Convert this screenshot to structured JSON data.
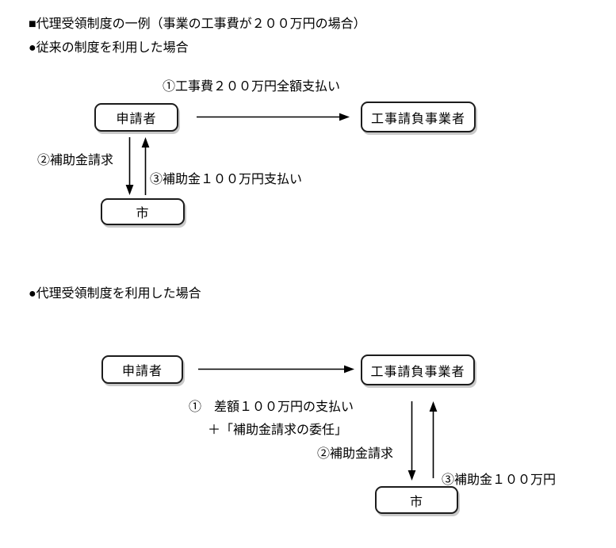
{
  "title": "■代理受領制度の一例（事業の工事費が２００万円の場合）",
  "colors": {
    "background": "#ffffff",
    "text": "#000000",
    "box_border": "#1c1c1c",
    "box_shadow": "#c9c9c9"
  },
  "section_conventional": {
    "heading": "●従来の制度を利用した場合",
    "nodes": {
      "applicant": "申請者",
      "contractor": "工事請負事業者",
      "city": "市"
    },
    "labels": {
      "step1": "①工事費２００万円全額支払い",
      "step2": "②補助金請求",
      "step3": "③補助金１００万円支払い"
    }
  },
  "section_proxy": {
    "heading": "●代理受領制度を利用した場合",
    "nodes": {
      "applicant": "申請者",
      "contractor": "工事請負事業者",
      "city": "市"
    },
    "labels": {
      "step1_line1": "①　差額１００万円の支払い",
      "step1_line2": "＋「補助金請求の委任」",
      "step2": "②補助金請求",
      "step3": "③補助金１００万円"
    }
  }
}
